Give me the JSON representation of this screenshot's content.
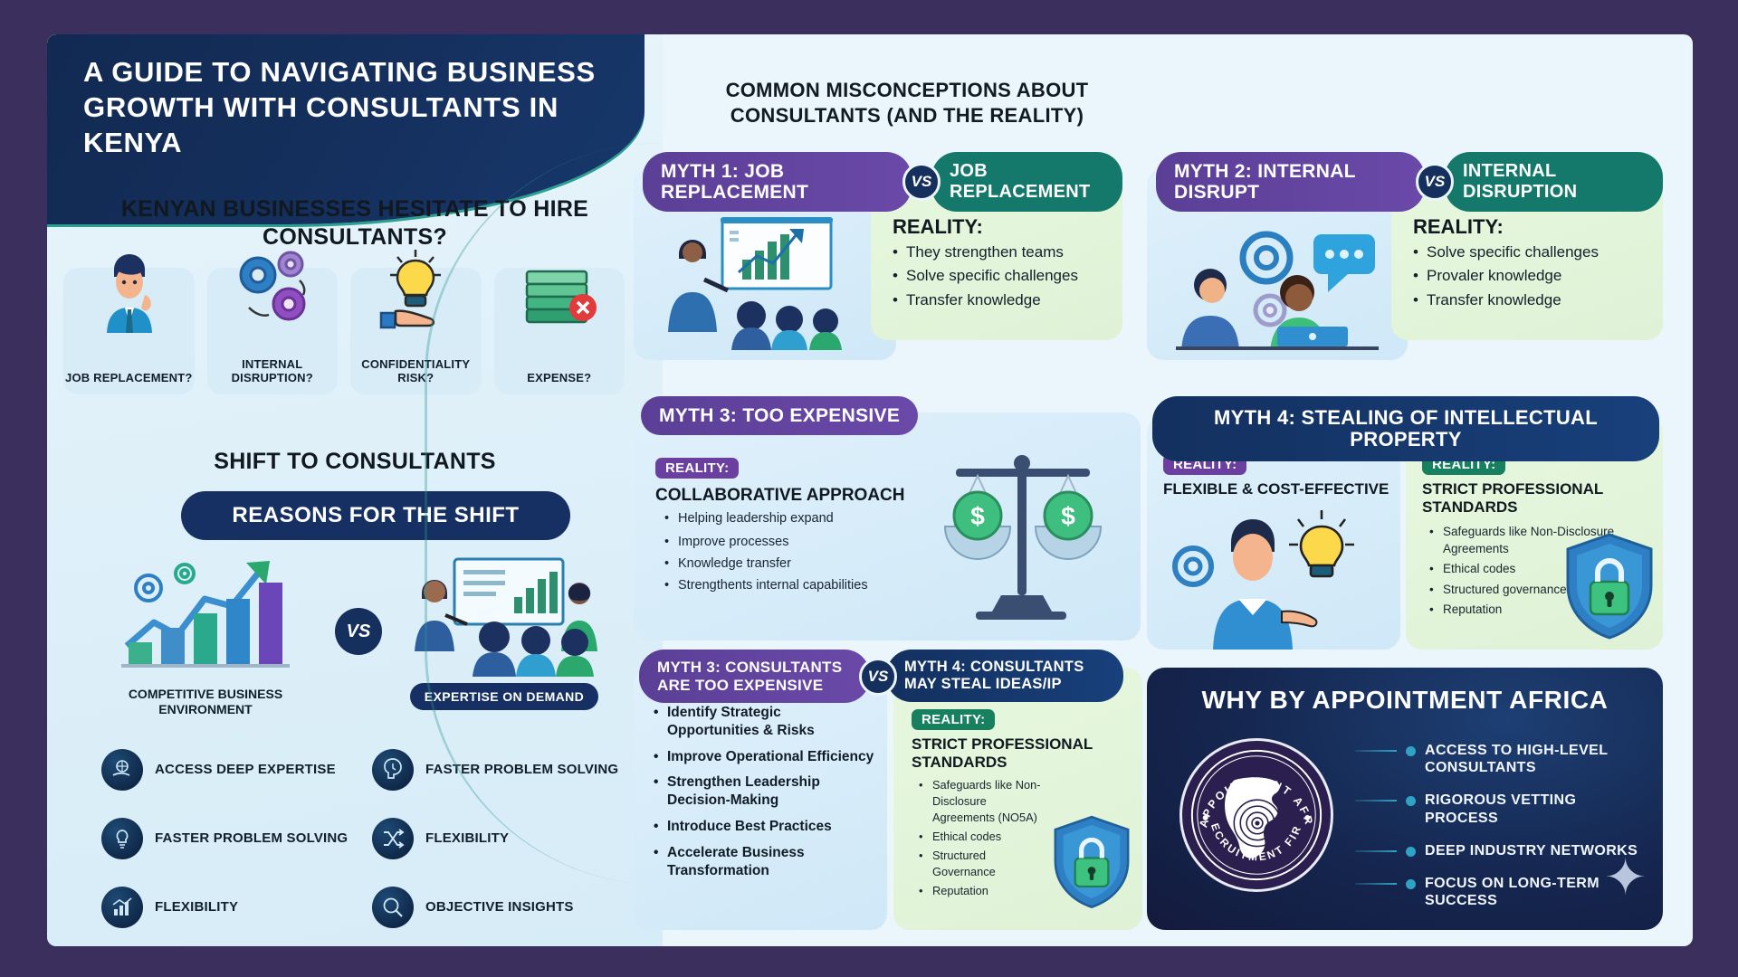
{
  "header": {
    "title": "A GUIDE TO NAVIGATING BUSINESS GROWTH WITH CONSULTANTS IN KENYA"
  },
  "left": {
    "hesitate_title": "KENYAN BUSINESSES HESITATE TO HIRE CONSULTANTS?",
    "concerns": [
      {
        "label": "JOB REPLACEMENT?",
        "icon": "worried-businessman-icon"
      },
      {
        "label": "INTERNAL DISRUPTION?",
        "icon": "gears-icon"
      },
      {
        "label": "CONFIDENTIALITY RISK?",
        "icon": "hand-lightbulb-icon"
      },
      {
        "label": "EXPENSE?",
        "icon": "money-stack-x-icon"
      }
    ],
    "shift_title": "SHIFT TO CONSULTANTS",
    "reasons_pill": "REASONS FOR THE SHIFT",
    "compare": {
      "left_caption": "COMPETITIVE BUSINESS ENVIRONMENT",
      "vs": "VS",
      "right_caption": "EXPERTISE ON DEMAND"
    },
    "benefits": [
      "ACCESS DEEP EXPERTISE",
      "FASTER PROBLEM SOLVING",
      "FASTER PROBLEM SOLVING",
      "FLEXIBILITY",
      "FLEXIBILITY",
      "OBJECTIVE INSIGHTS"
    ]
  },
  "main": {
    "heading": "COMMON MISCONCEPTIONS ABOUT CONSULTANTS (AND THE REALITY)",
    "myth1": {
      "myth_label": "MYTH 1: JOB REPLACEMENT",
      "vs": "VS",
      "reality_label": "JOB REPLACEMENT",
      "reality_heading": "REALITY:",
      "points": [
        "They strengthen teams",
        "Solve specific challenges",
        "Transfer knowledge"
      ],
      "illustration": "presenter-chart-audience-icon"
    },
    "myth2": {
      "myth_label": "MYTH 2: INTERNAL DISRUPT",
      "vs": "VS",
      "reality_label": "INTERNAL DISRUPTION",
      "reality_heading": "REALITY:",
      "points": [
        "Solve specific challenges",
        "Provaler knowledge",
        "Transfer knowledge"
      ],
      "illustration": "team-gears-chat-icon"
    },
    "myth3": {
      "myth_label": "MYTH 3: TOO EXPENSIVE",
      "reality_tag": "REALITY:",
      "reality_heading": "COLLABORATIVE APPROACH",
      "points": [
        "Helping leadership expand",
        "Improve processes",
        "Knowledge transfer",
        "Strengthents internal capabilities"
      ],
      "illustration": "balance-scale-money-icon"
    },
    "myth4": {
      "myth_label": "MYTH 4: STEALING OF INTELLECTUAL PROPERTY",
      "left": {
        "reality_tag": "REALITY:",
        "reality_heading": "FLEXIBLE & COST-EFFECTIVE",
        "illustration": "man-lightbulb-gear-icon"
      },
      "right": {
        "reality_tag": "REALITY:",
        "reality_heading": "STRICT PROFESSIONAL STANDARDS",
        "points": [
          "Safeguards like Non-Disclosure Agreements",
          "Ethical codes",
          "Structured governance",
          "Reputation"
        ],
        "illustration": "shield-lock-icon"
      }
    },
    "myth3b": {
      "myth_label": "MYTH 3: CONSULTANTS ARE TOO EXPENSIVE",
      "vs": "VS",
      "points": [
        "Identify Strategic Opportunities & Risks",
        "Improve Operational Efficiency",
        "Strengthen Leadership Decision-Making",
        "Introduce Best Practices",
        "Accelerate Business Transformation"
      ]
    },
    "myth4b": {
      "myth_label": "MYTH 4: CONSULTANTS MAY STEAL IDEAS/IP",
      "reality_tag": "REALITY:",
      "reality_heading": "STRICT PROFESSIONAL STANDARDS",
      "points": [
        "Safeguards like Non-Disclosure Agreements (NO5A)",
        "Ethical codes",
        "Structured Governance",
        "Reputation"
      ],
      "illustration": "shield-lock-icon"
    }
  },
  "why": {
    "title": "WHY BY APPOINTMENT AFRICA",
    "logo": {
      "top_text": "BY APPOINTMENT AFRICA",
      "bottom_text": "RECRUITMENT FIRM"
    },
    "items": [
      "ACCESS TO HIGH-LEVEL CONSULTANTS",
      "RIGOROUS VETTING PROCESS",
      "DEEP INDUSTRY NETWORKS",
      "FOCUS ON LONG-TERM SUCCESS"
    ]
  },
  "colors": {
    "page_bg": "#3b2f5e",
    "navy": "#173063",
    "purple": "#6a49a8",
    "teal": "#14796a",
    "light_blue": "#d8ecf8",
    "light_green": "#e6f7dd"
  }
}
